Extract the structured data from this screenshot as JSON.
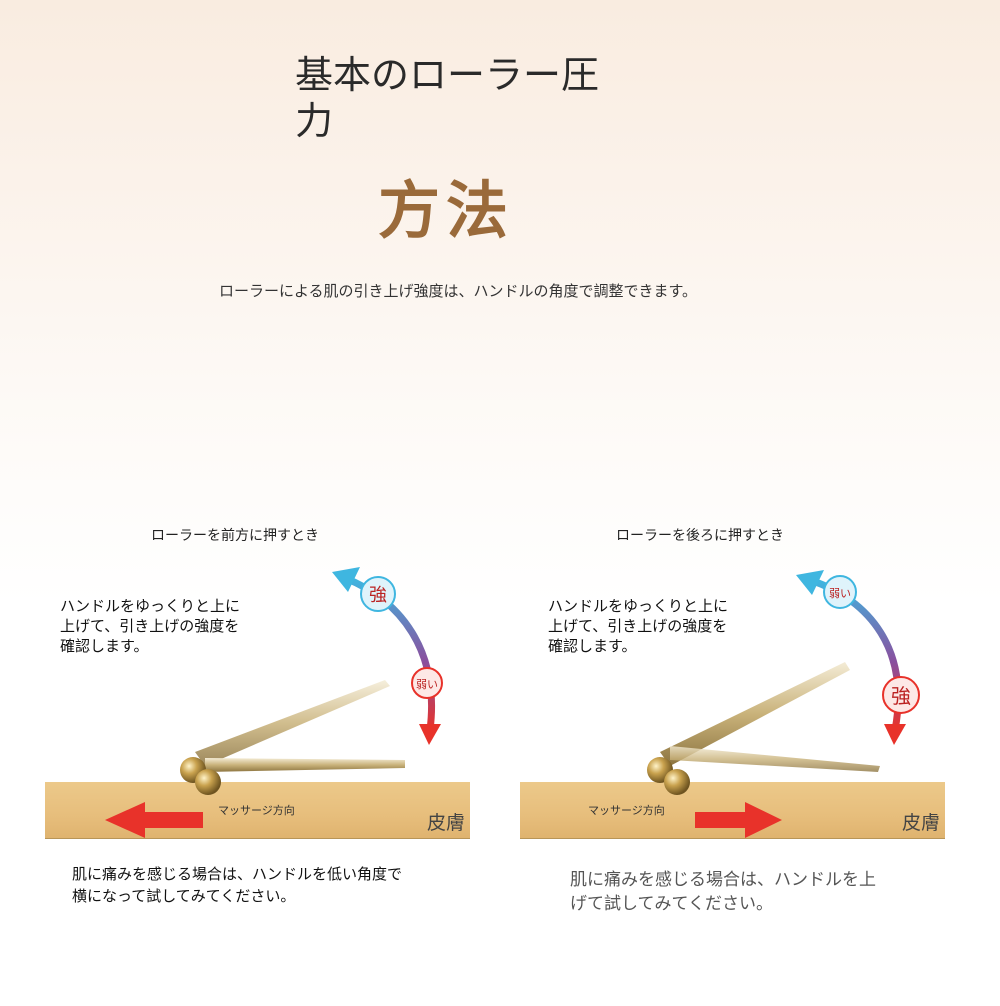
{
  "header": {
    "title_line": "基本のローラー圧力",
    "title_main": "方法",
    "subtitle": "ローラーによる肌の引き上げ強度は、ハンドルの角度で調整できます。"
  },
  "panels": [
    {
      "heading": "ローラーを前方に押すとき",
      "instruction": "ハンドルをゆっくりと上に上げて、引き上げの強度を確認します。",
      "badge_top": "強",
      "badge_bottom": "弱い",
      "direction_label": "マッサージ方向",
      "skin_label": "皮膚",
      "note": "肌に痛みを感じる場合は、ハンドルを低い角度で横になって試してみてください。",
      "arrow_direction": "left"
    },
    {
      "heading": "ローラーを後ろに押すとき",
      "instruction": "ハンドルをゆっくりと上に上げて、引き上げの強度を確認します。",
      "badge_top": "弱い",
      "badge_bottom": "強",
      "direction_label": "マッサージ方向",
      "skin_label": "皮膚",
      "note": "肌に痛みを感じる場合は、ハンドルを上げて試してみてください。",
      "arrow_direction": "right"
    }
  ],
  "colors": {
    "accent_gold": "#9a6a3a",
    "arrow_red": "#e8322a",
    "cyan": "#3fb6e0",
    "purple": "#8a4f9e"
  }
}
